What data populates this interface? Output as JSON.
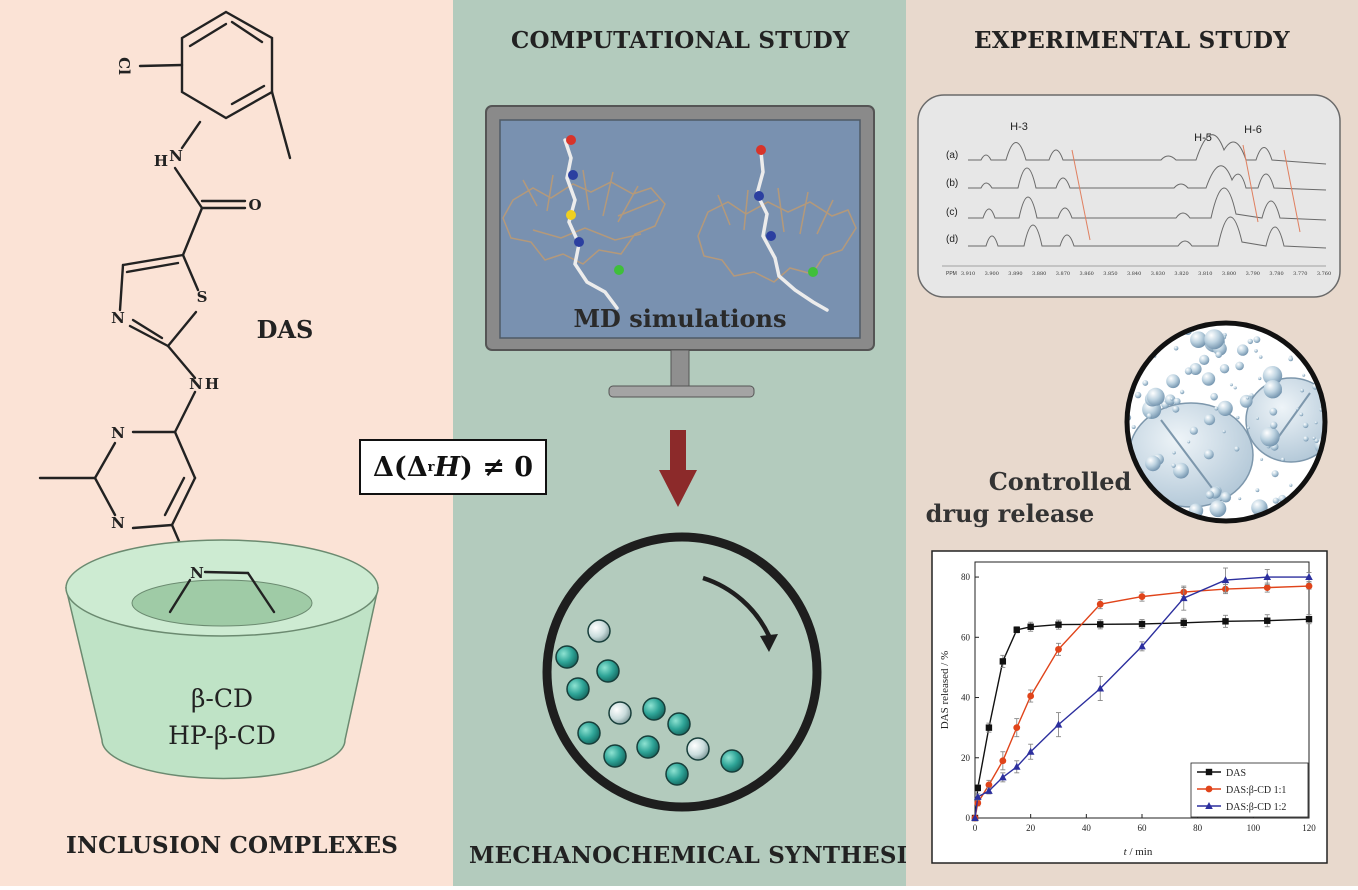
{
  "left": {
    "title": "INCLUSION COMPLEXES",
    "molecule_label": "DAS",
    "atoms": {
      "cl": "Cl",
      "nh_amide": "H",
      "nh_amide_n": "N",
      "o": "O",
      "s": "S",
      "n_thiazole": "N",
      "nh2_n": "N",
      "nh2_h": "H",
      "n_pyr1": "N",
      "n_pyr2": "N",
      "n_pip": "N"
    },
    "host_lines": [
      "β-CD",
      "HP-β-CD"
    ]
  },
  "middle": {
    "title": "COMPUTATIONAL STUDY",
    "monitor_caption": "MD simulations",
    "bottom_title": "MECHANOCHEMICAL SYNTHESIS"
  },
  "center_box": {
    "prefix": "Δ(Δ",
    "sub": "r",
    "italic": "H",
    "suffix": ") ≠ 0"
  },
  "right": {
    "title": "EXPERIMENTAL STUDY",
    "nmr": {
      "peaks": [
        "H-3",
        "H-5",
        "H-6"
      ],
      "traces": [
        "(a)",
        "(b)",
        "(c)",
        "(d)"
      ],
      "ppm_label": "PPM",
      "ppm_ticks": [
        "3.910",
        "3.900",
        "3.890",
        "3.880",
        "3.870",
        "3.860",
        "3.850",
        "3.840",
        "3.830",
        "3.820",
        "3.810",
        "3.800",
        "3.790",
        "3.780",
        "3.770",
        "3.760"
      ]
    },
    "release_label": [
      "Controlled",
      "drug release"
    ]
  },
  "chart_data": {
    "type": "line",
    "xlabel_italic": "t",
    "xlabel": " / min",
    "ylabel": "DAS released / %",
    "xlim": [
      0,
      120
    ],
    "ylim": [
      0,
      85
    ],
    "xticks": [
      0,
      20,
      40,
      60,
      80,
      100,
      120
    ],
    "yticks": [
      0,
      20,
      40,
      60,
      80
    ],
    "legend_position": "bottom-right",
    "series": [
      {
        "name": "DAS",
        "color": "#111111",
        "marker": "square",
        "x": [
          0,
          1,
          5,
          10,
          15,
          20,
          30,
          45,
          60,
          75,
          90,
          105,
          120
        ],
        "y": [
          0,
          10,
          30,
          52,
          62.5,
          63.5,
          64.2,
          64.3,
          64.4,
          64.8,
          65.3,
          65.5,
          66
        ],
        "err": [
          0,
          1,
          1.5,
          2,
          1,
          1.5,
          1.5,
          1.5,
          1.5,
          1.5,
          2,
          2,
          1.5
        ]
      },
      {
        "name": "DAS:β-CD 1:1",
        "color": "#e0441a",
        "marker": "circle",
        "x": [
          0,
          1,
          5,
          10,
          15,
          20,
          30,
          45,
          60,
          75,
          90,
          105,
          120
        ],
        "y": [
          0,
          5,
          11,
          19,
          30,
          40.5,
          56,
          71,
          73.5,
          75,
          76,
          76.5,
          77
        ],
        "err": [
          0,
          1,
          1.5,
          3,
          3,
          2,
          2,
          1.5,
          1.5,
          1.5,
          1.5,
          1.5,
          1
        ]
      },
      {
        "name": "DAS:β-CD 1:2",
        "color": "#2c2f9e",
        "marker": "triangle",
        "x": [
          0,
          1,
          5,
          10,
          15,
          20,
          30,
          45,
          60,
          75,
          90,
          105,
          120
        ],
        "y": [
          0,
          7,
          9,
          13.5,
          17,
          22,
          31,
          43,
          57,
          73,
          79,
          80,
          80
        ],
        "err": [
          0,
          1,
          1,
          1.5,
          2,
          2.5,
          4,
          4,
          1.5,
          4,
          4,
          2.5,
          1.5
        ]
      }
    ]
  }
}
